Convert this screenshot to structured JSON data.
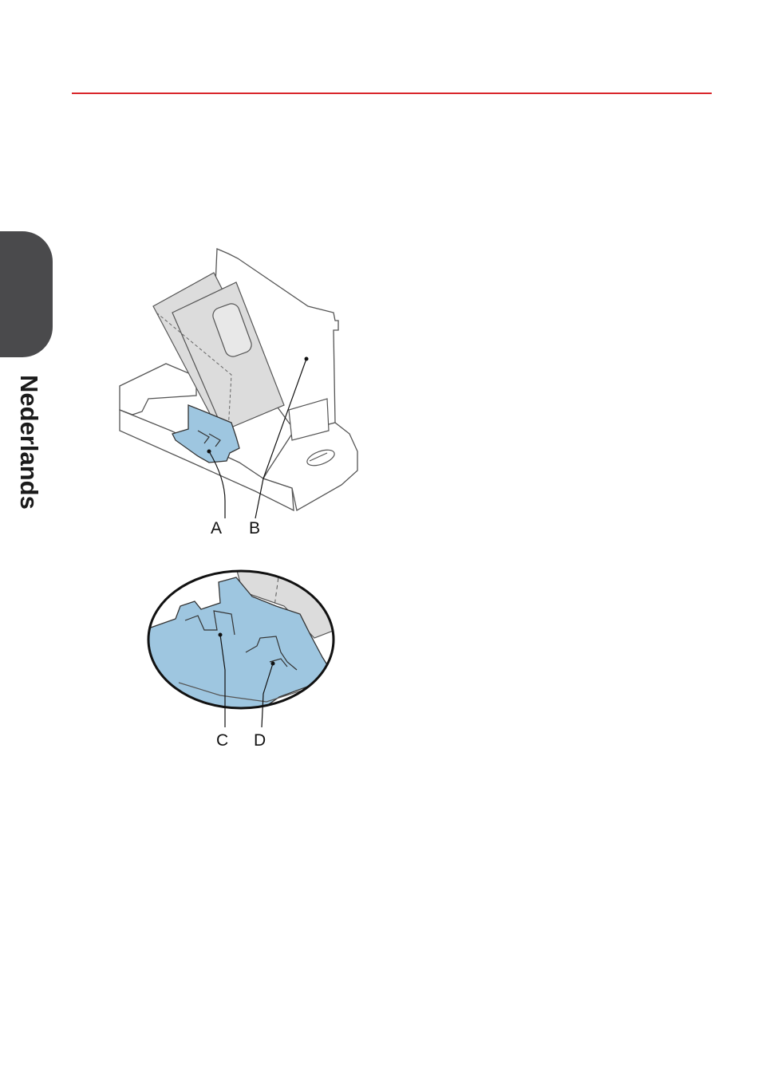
{
  "sidebar": {
    "language_label": "Nederlands"
  },
  "figure1": {
    "callouts": [
      "A",
      "B"
    ]
  },
  "figure2": {
    "callouts": [
      "C",
      "D"
    ]
  },
  "colors": {
    "accent_rule": "#d9262b",
    "tab_background": "#4a4a4c",
    "highlight_part": "#9ec6e0",
    "paper_fill": "#dcdcdc"
  }
}
